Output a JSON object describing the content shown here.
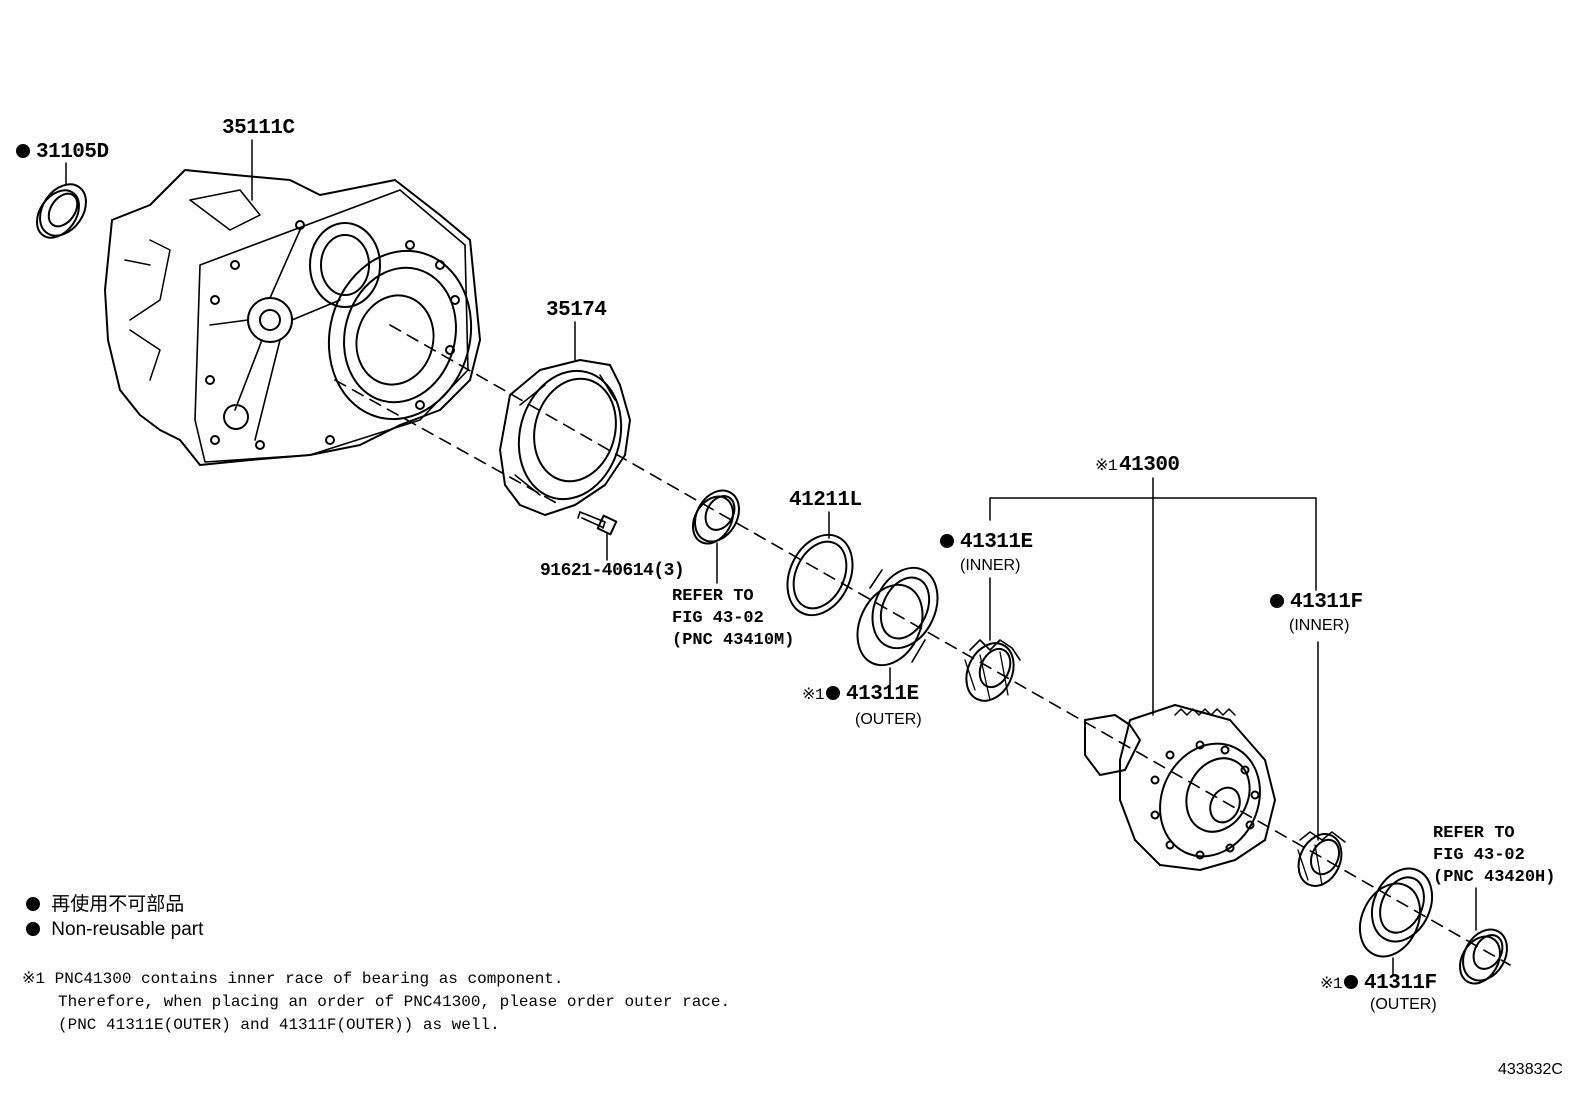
{
  "labels": {
    "p31105d": "31105D",
    "p35111c": "35111C",
    "p35174": "35174",
    "p91621": "91621-40614(3)",
    "p41211l": "41211L",
    "p41300": "41300",
    "p41311e_inner": "41311E",
    "p41311e_inner_sub": "(INNER)",
    "p41311e_outer": "41311E",
    "p41311e_outer_sub": "(OUTER)",
    "p41311f_inner": "41311F",
    "p41311f_inner_sub": "(INNER)",
    "p41311f_outer": "41311F",
    "p41311f_outer_sub": "(OUTER)",
    "ref_mark": "※1"
  },
  "refer1": {
    "line1": "REFER TO",
    "line2": "FIG 43-02",
    "line3": "(PNC 43410M)"
  },
  "refer2": {
    "line1": "REFER TO",
    "line2": "FIG 43-02",
    "line3": "(PNC 43420H)"
  },
  "legend": {
    "jp": "再使用不可部品",
    "en": "Non-reusable part"
  },
  "note": {
    "mark": "※1",
    "line1": "PNC41300 contains inner race of bearing as component.",
    "line2": "Therefore, when placing an order of PNC41300, please order outer race.",
    "line3": "(PNC 41311E(OUTER) and 41311F(OUTER)) as well."
  },
  "figure_id": "433832C"
}
